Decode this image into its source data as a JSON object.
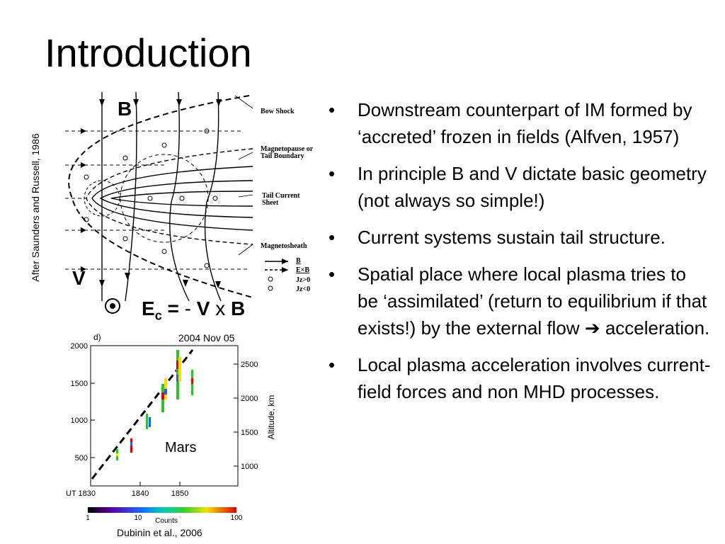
{
  "title": "Introduction",
  "credit_left": "After Saunders and Russell, 1986",
  "diagram": {
    "labels": [
      "Bow Shock",
      "Magnetopause or",
      "Tail Boundary",
      "Tail Current",
      "Sheet",
      "Magnetosheath"
    ],
    "legend": [
      "B",
      "E×B",
      "Jz>0",
      "Jz<0"
    ],
    "big_b": "B",
    "big_v": "V"
  },
  "equation": {
    "e": "E",
    "sub": "c",
    "eq": " =",
    "minus": "-",
    "v": "V",
    "x": "x",
    "b": "B"
  },
  "plot": {
    "panel": "d)",
    "date": "2004 Nov 05",
    "y_ticks": [
      "2000",
      "1500",
      "1000",
      "500"
    ],
    "x_ticks": [
      "UT 1830",
      "1840",
      "1850"
    ],
    "alt_ticks": [
      "2500",
      "2000",
      "1500",
      "1000"
    ],
    "alt_label": "Altitude, km",
    "colorbar_ticks": [
      "1",
      "10",
      "100"
    ],
    "colorbar_label": "Counts",
    "mars": "Mars"
  },
  "credit_bottom": "Dubinin et al., 2006",
  "bullets": [
    {
      "mark": "•",
      "text": "Downstream counterpart of IM formed by ‘accreted’ frozen in fields (Alfven, 1957)"
    },
    {
      "mark": "•",
      "text": "In principle B and V dictate basic geometry (not always so simple!)"
    },
    {
      "mark": "•",
      "text": "Current systems sustain tail structure."
    },
    {
      "mark": "•",
      "text_a": "Spatial place where local plasma tries to be ‘assimilated’ (return to equilibrium if that exists!) by the external flow ",
      "arrow": "➔",
      "text_b": " acceleration."
    },
    {
      "mark": "•",
      "text": "Local plasma acceleration involves current-field forces and non MHD processes."
    }
  ]
}
